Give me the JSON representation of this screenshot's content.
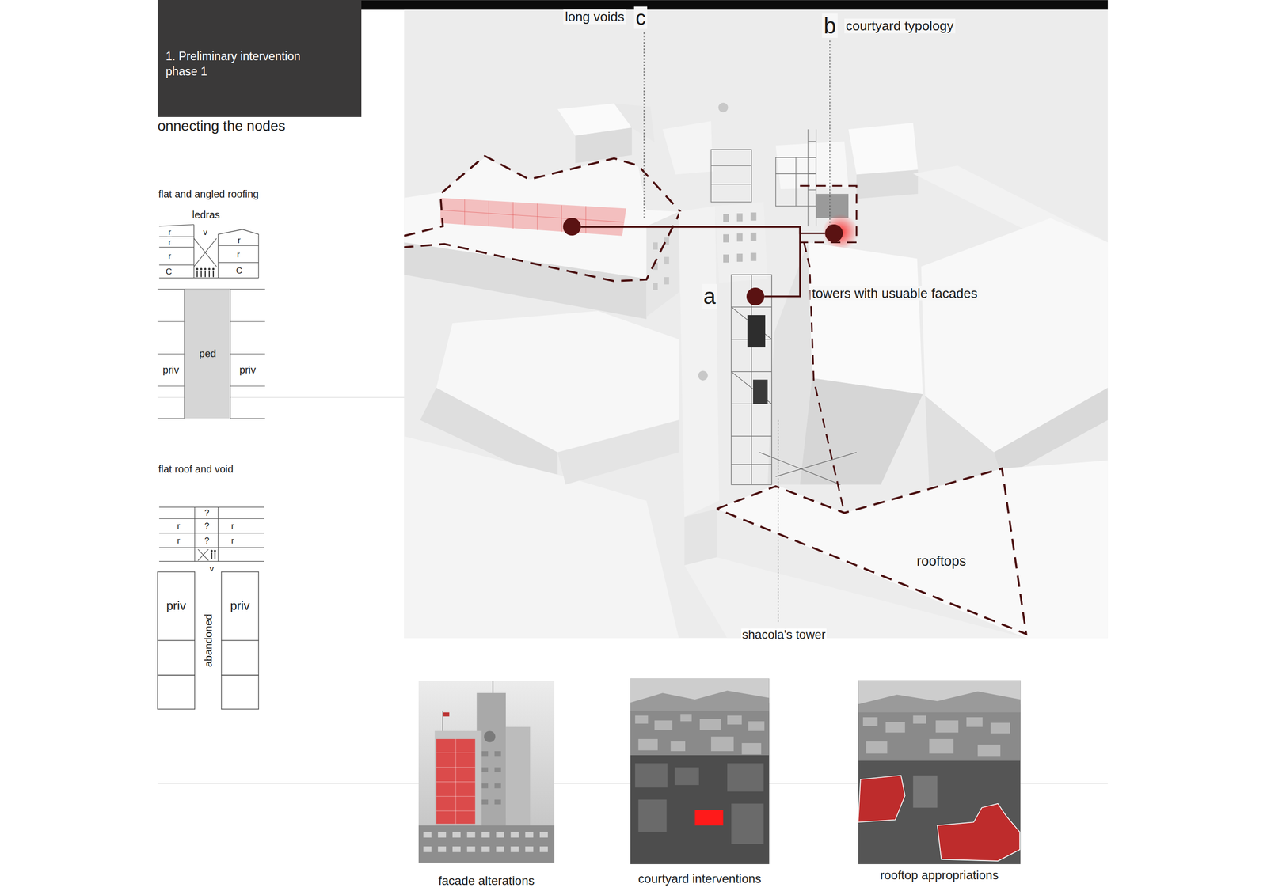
{
  "diagram": {
    "nodes": [
      {
        "text": [
          "1. Preliminary intervention phase 1"
        ]
      },
      {
        "text": [
          "priv"
        ]
      },
      {
        "text": [
          "ped"
        ]
      },
      {
        "text": [
          "priv"
        ]
      },
      {
        "text": [
          "priv"
        ]
      },
      {
        "text": [
          "priv"
        ]
      },
      {
        "text": [
          "abandoned"
        ]
      },
      {
        "text": [
          "long voids",
          "c"
        ]
      },
      {
        "text": [
          "b",
          "courtyard typology"
        ]
      },
      {
        "text": [
          "a",
          "towers with usuable facades"
        ]
      },
      {
        "text": [
          "facade alterations"
        ]
      },
      {
        "text": [
          "courtyard interventions"
        ]
      },
      {
        "text": [
          "rooftop appropriations"
        ]
      }
    ],
    "edges": [
      {
        "from": 7,
        "to": 8,
        "arrow": "none"
      },
      {
        "from": 7,
        "to": 9,
        "arrow": "none"
      }
    ],
    "labels": [
      "onnecting the nodes",
      "flat and angled roofing",
      "ledras",
      "r",
      "r",
      "r",
      "C",
      "v",
      "r",
      "r",
      "C",
      "flat roof and void",
      "?",
      "?",
      "?",
      "r",
      "r",
      "r",
      "r",
      "v",
      "rooftops",
      "shacola's tower"
    ]
  }
}
